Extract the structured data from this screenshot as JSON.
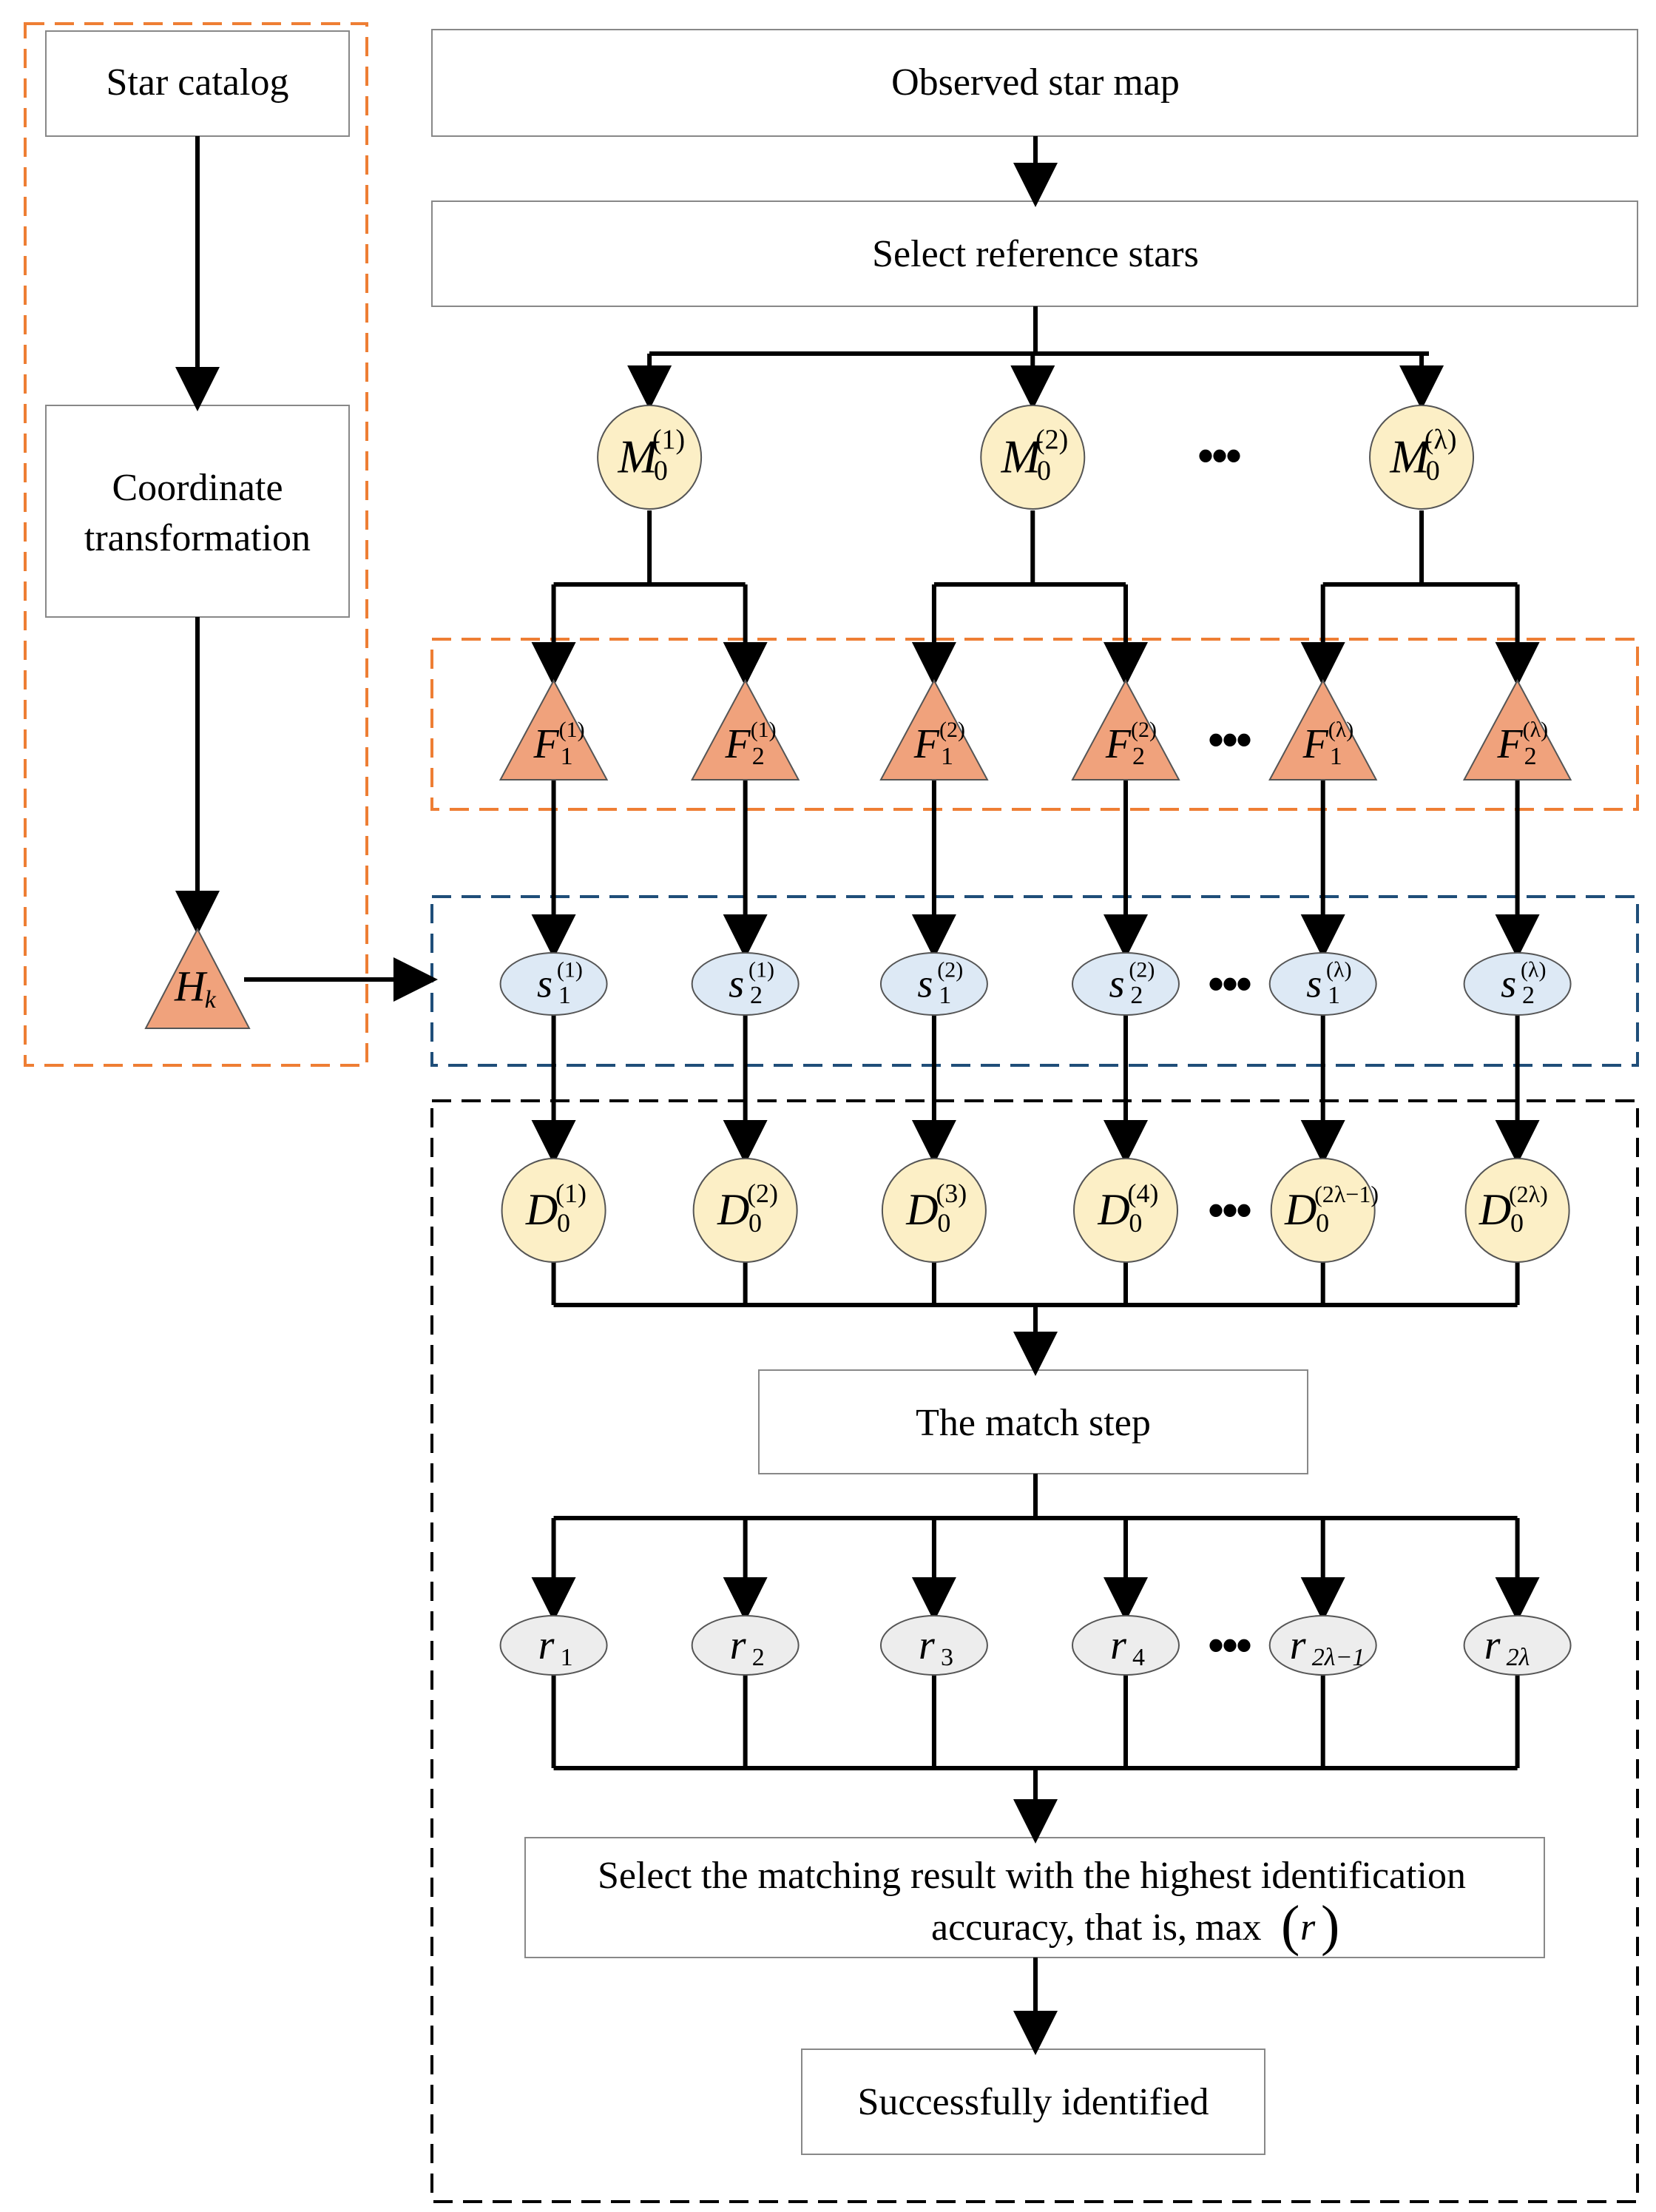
{
  "boxes": {
    "star_catalog": "Star catalog",
    "coordinate_transformation": [
      "Coordinate",
      "transformation"
    ],
    "observed_star_map": "Observed star map",
    "select_reference_stars": "Select reference stars",
    "match_step": "The match step",
    "select_result": [
      "Select the matching result with the highest identification",
      "accuracy, that is,"
    ],
    "select_result_max": "max",
    "select_result_arg": "r",
    "successfully_identified": "Successfully identified"
  },
  "nodes": {
    "M": [
      {
        "main": "M",
        "sub": "0",
        "sup": "(1)"
      },
      {
        "main": "M",
        "sub": "0",
        "sup": "(2)"
      },
      {
        "main": "M",
        "sub": "0",
        "sup": "(λ)"
      }
    ],
    "F": [
      {
        "main": "F",
        "sub": "1",
        "sup": "(1)"
      },
      {
        "main": "F",
        "sub": "2",
        "sup": "(1)"
      },
      {
        "main": "F",
        "sub": "1",
        "sup": "(2)"
      },
      {
        "main": "F",
        "sub": "2",
        "sup": "(2)"
      },
      {
        "main": "F",
        "sub": "1",
        "sup": "(λ)"
      },
      {
        "main": "F",
        "sub": "2",
        "sup": "(λ)"
      }
    ],
    "s": [
      {
        "main": "s",
        "sub": "1",
        "sup": "(1)"
      },
      {
        "main": "s",
        "sub": "2",
        "sup": "(1)"
      },
      {
        "main": "s",
        "sub": "1",
        "sup": "(2)"
      },
      {
        "main": "s",
        "sub": "2",
        "sup": "(2)"
      },
      {
        "main": "s",
        "sub": "1",
        "sup": "(λ)"
      },
      {
        "main": "s",
        "sub": "2",
        "sup": "(λ)"
      }
    ],
    "D": [
      {
        "main": "D",
        "sub": "0",
        "sup": "(1)"
      },
      {
        "main": "D",
        "sub": "0",
        "sup": "(2)"
      },
      {
        "main": "D",
        "sub": "0",
        "sup": "(3)"
      },
      {
        "main": "D",
        "sub": "0",
        "sup": "(4)"
      },
      {
        "main": "D",
        "sub": "0",
        "sup": "(2λ−1)"
      },
      {
        "main": "D",
        "sub": "0",
        "sup": "(2λ)"
      }
    ],
    "r": [
      {
        "main": "r",
        "sub": "1"
      },
      {
        "main": "r",
        "sub": "2"
      },
      {
        "main": "r",
        "sub": "3"
      },
      {
        "main": "r",
        "sub": "4"
      },
      {
        "main": "r",
        "sub": "2λ−1"
      },
      {
        "main": "r",
        "sub": "2λ"
      }
    ],
    "H": {
      "main": "H",
      "sub": "k"
    }
  },
  "ellipsis": "•••",
  "colors": {
    "yellow_node": "#fcefc6",
    "orange_node": "#f0a27c",
    "blue_node": "#dde9f5",
    "gray_node": "#ededed",
    "orange_dash": "#ee7e34",
    "blue_dash": "#1f4e79",
    "black_dash": "#000000"
  }
}
